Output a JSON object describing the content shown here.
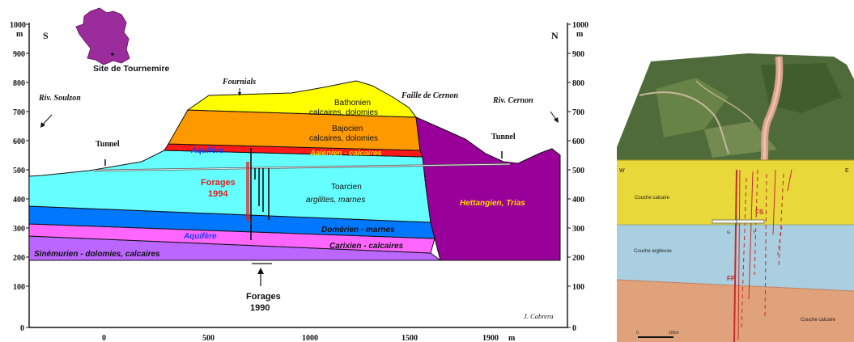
{
  "section": {
    "ytick_labels": [
      "1000",
      "900",
      "800",
      "700",
      "600",
      "500",
      "400",
      "300",
      "200",
      "100",
      "0"
    ],
    "y_unit": "m",
    "xtick_labels": [
      "0",
      "500",
      "1000",
      "1500",
      "1900"
    ],
    "x_unit": "m",
    "south_label": "S",
    "north_label": "N",
    "map_label": "Site de Tournemire",
    "fournials": "Fournials",
    "faille": "Faille de Cernon",
    "riv_soulzon": "Riv. Soulzon",
    "riv_cernon": "Riv. Cernon",
    "tunnel_left": "Tunnel",
    "tunnel_right": "Tunnel",
    "bathonien_1": "Bathonien",
    "bathonien_2": "calcaires, dolomies",
    "bajocien_1": "Bajocien",
    "bajocien_2": "calcaires, dolomies",
    "aquifere_top": "Aquifère",
    "aalenien": "Aalénien - calcaires",
    "toarcien_1": "Toarcien",
    "toarcien_2": "argilites, marnes",
    "domerien": "Domérien - marnes",
    "aquifere_bottom": "Aquifère",
    "carixien": "Carixien - calcaires",
    "sinemurien": "Sinémurien - dolomies, calcaires",
    "hettangien": "Hettangien, Trias",
    "forages_1994_a": "Forages",
    "forages_1994_b": "1994",
    "forages_1990_a": "Forages",
    "forages_1990_b": "1990",
    "credit": "J. Cabrera",
    "colors": {
      "bathonien": "#ffff00",
      "bajocien": "#ff9900",
      "aalenien": "#ff1a1a",
      "toarcien": "#66ffff",
      "domerien": "#0077ff",
      "carixien": "#ff66ff",
      "sinemurien": "#bb66ff",
      "hettangien": "#990099",
      "forage_red": "#e02020"
    }
  },
  "model3d": {
    "west": "W",
    "east": "E",
    "couche_calcaire_top": "Couche calcaire",
    "couche_argileuse": "Couche argileuse",
    "couche_calcaire_bottom": "Couche calcaire",
    "fs": "FS",
    "fp": "FP",
    "g": "G",
    "t": "T",
    "scale_0": "0",
    "scale_100": "100m",
    "colors": {
      "top_layer": "#e8d83a",
      "middle_layer": "#a9cfe0",
      "bottom_layer": "#e0a27a"
    }
  }
}
